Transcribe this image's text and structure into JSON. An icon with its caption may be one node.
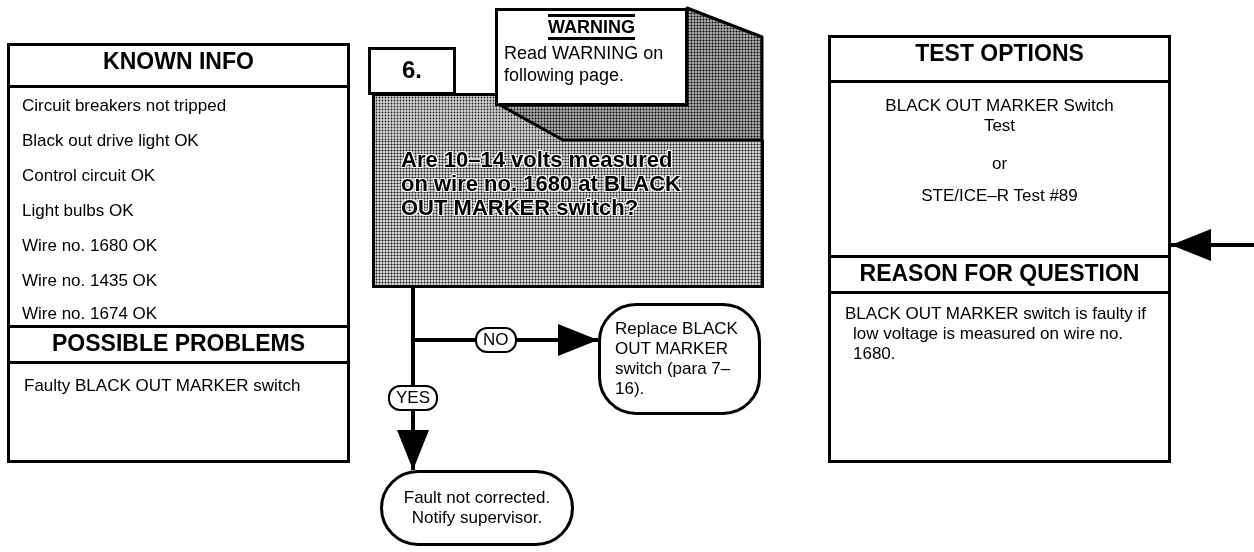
{
  "diagram": {
    "nodes": [
      {
        "text": [
          "KNOWN INFO",
          "Circuit breakers not tripped",
          "Black out drive light OK",
          "Control circuit OK",
          "Light bulbs OK",
          "Wire no. 1680 OK",
          "Wire no. 1435 OK",
          "Wire no. 1674 OK",
          "POSSIBLE PROBLEMS",
          "Faulty BLACK OUT MARKER switch"
        ]
      },
      {
        "text": [
          "6."
        ]
      },
      {
        "text": [
          "Are 10–14 volts measured on wire no. 1680 at BLACK OUT MARKER switch?"
        ]
      },
      {
        "text": [
          "WARNING",
          "Read WARNING on following page."
        ]
      },
      {
        "text": [
          "Replace BLACK OUT MARKER switch (para 7–16)."
        ]
      },
      {
        "text": [
          "Fault not corrected. Notify supervisor."
        ]
      },
      {
        "text": [
          "TEST OPTIONS",
          "BLACK OUT MARKER Switch Test",
          "or",
          "STE/ICE–R Test #89",
          "REASON FOR QUESTION",
          "BLACK OUT MARKER switch is faulty if low voltage is measured on wire no. 1680."
        ]
      }
    ],
    "edges": [
      {
        "from": 2,
        "to": 4,
        "arrow": "to",
        "label": "NO"
      },
      {
        "from": 2,
        "to": 5,
        "arrow": "to",
        "label": "YES"
      },
      {
        "from": null,
        "to": 6,
        "arrow": "to"
      }
    ]
  }
}
